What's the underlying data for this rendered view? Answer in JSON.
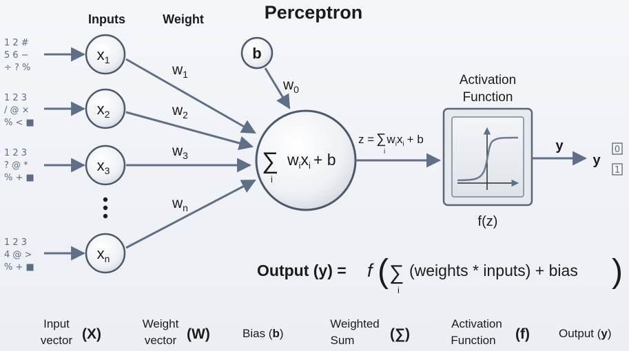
{
  "title": "Perceptron",
  "headers": {
    "inputs": "Inputs",
    "weight": "Weight"
  },
  "input_grids": [
    [
      "1 2 #",
      "5 6 −",
      "÷ ? %"
    ],
    [
      "1 2 3",
      "/ @ ×",
      "% < ■"
    ],
    [
      "1 2 3",
      "? @ *",
      "% + ■"
    ],
    [
      "1 2 3",
      "4 @ >",
      "% + ■"
    ]
  ],
  "inputs": [
    {
      "base": "x",
      "sub": "1"
    },
    {
      "base": "x",
      "sub": "2"
    },
    {
      "base": "x",
      "sub": "3"
    },
    {
      "base": "x",
      "sub": "n"
    }
  ],
  "weights": [
    {
      "base": "w",
      "sub": "1"
    },
    {
      "base": "w",
      "sub": "2"
    },
    {
      "base": "w",
      "sub": "3"
    },
    {
      "base": "w",
      "sub": "n"
    }
  ],
  "bias": {
    "label": "b",
    "weight_base": "w",
    "weight_sub": "0"
  },
  "sum_node": {
    "sigma": "∑",
    "index": "i",
    "w": "w",
    "x": "x",
    "sub": "i",
    "plus": "+ b"
  },
  "z_formula": {
    "lhs": "z =",
    "sigma": "∑",
    "index": "i",
    "term_w": "w",
    "term_x": "x",
    "sub": "i",
    "rhs": "+ b"
  },
  "activation": {
    "title_line1": "Activation",
    "title_line2": "Function",
    "fz": "f(z)"
  },
  "output": {
    "arrow_label": "y",
    "final_label": "y",
    "bits": [
      "0",
      "1"
    ]
  },
  "output_formula": {
    "lhs": "Output (y) =",
    "f": "f",
    "open_paren": "(",
    "sigma": "∑",
    "index": "i",
    "body": "(weights * inputs) + bias",
    "close_paren": ")"
  },
  "legend": [
    {
      "line1": "Input",
      "line2": "vector",
      "symbol": "(X)"
    },
    {
      "line1": "Weight",
      "line2": "vector",
      "symbol": "(W)"
    },
    {
      "text": "Bias (",
      "bold": "b",
      "close": ")"
    },
    {
      "line1": "Weighted",
      "line2": "Sum",
      "symbol": "(∑)"
    },
    {
      "line1": "Activation",
      "line2": "Function",
      "symbol": "(f)"
    },
    {
      "text": "Output (",
      "bold": "y",
      "close": ")"
    }
  ]
}
